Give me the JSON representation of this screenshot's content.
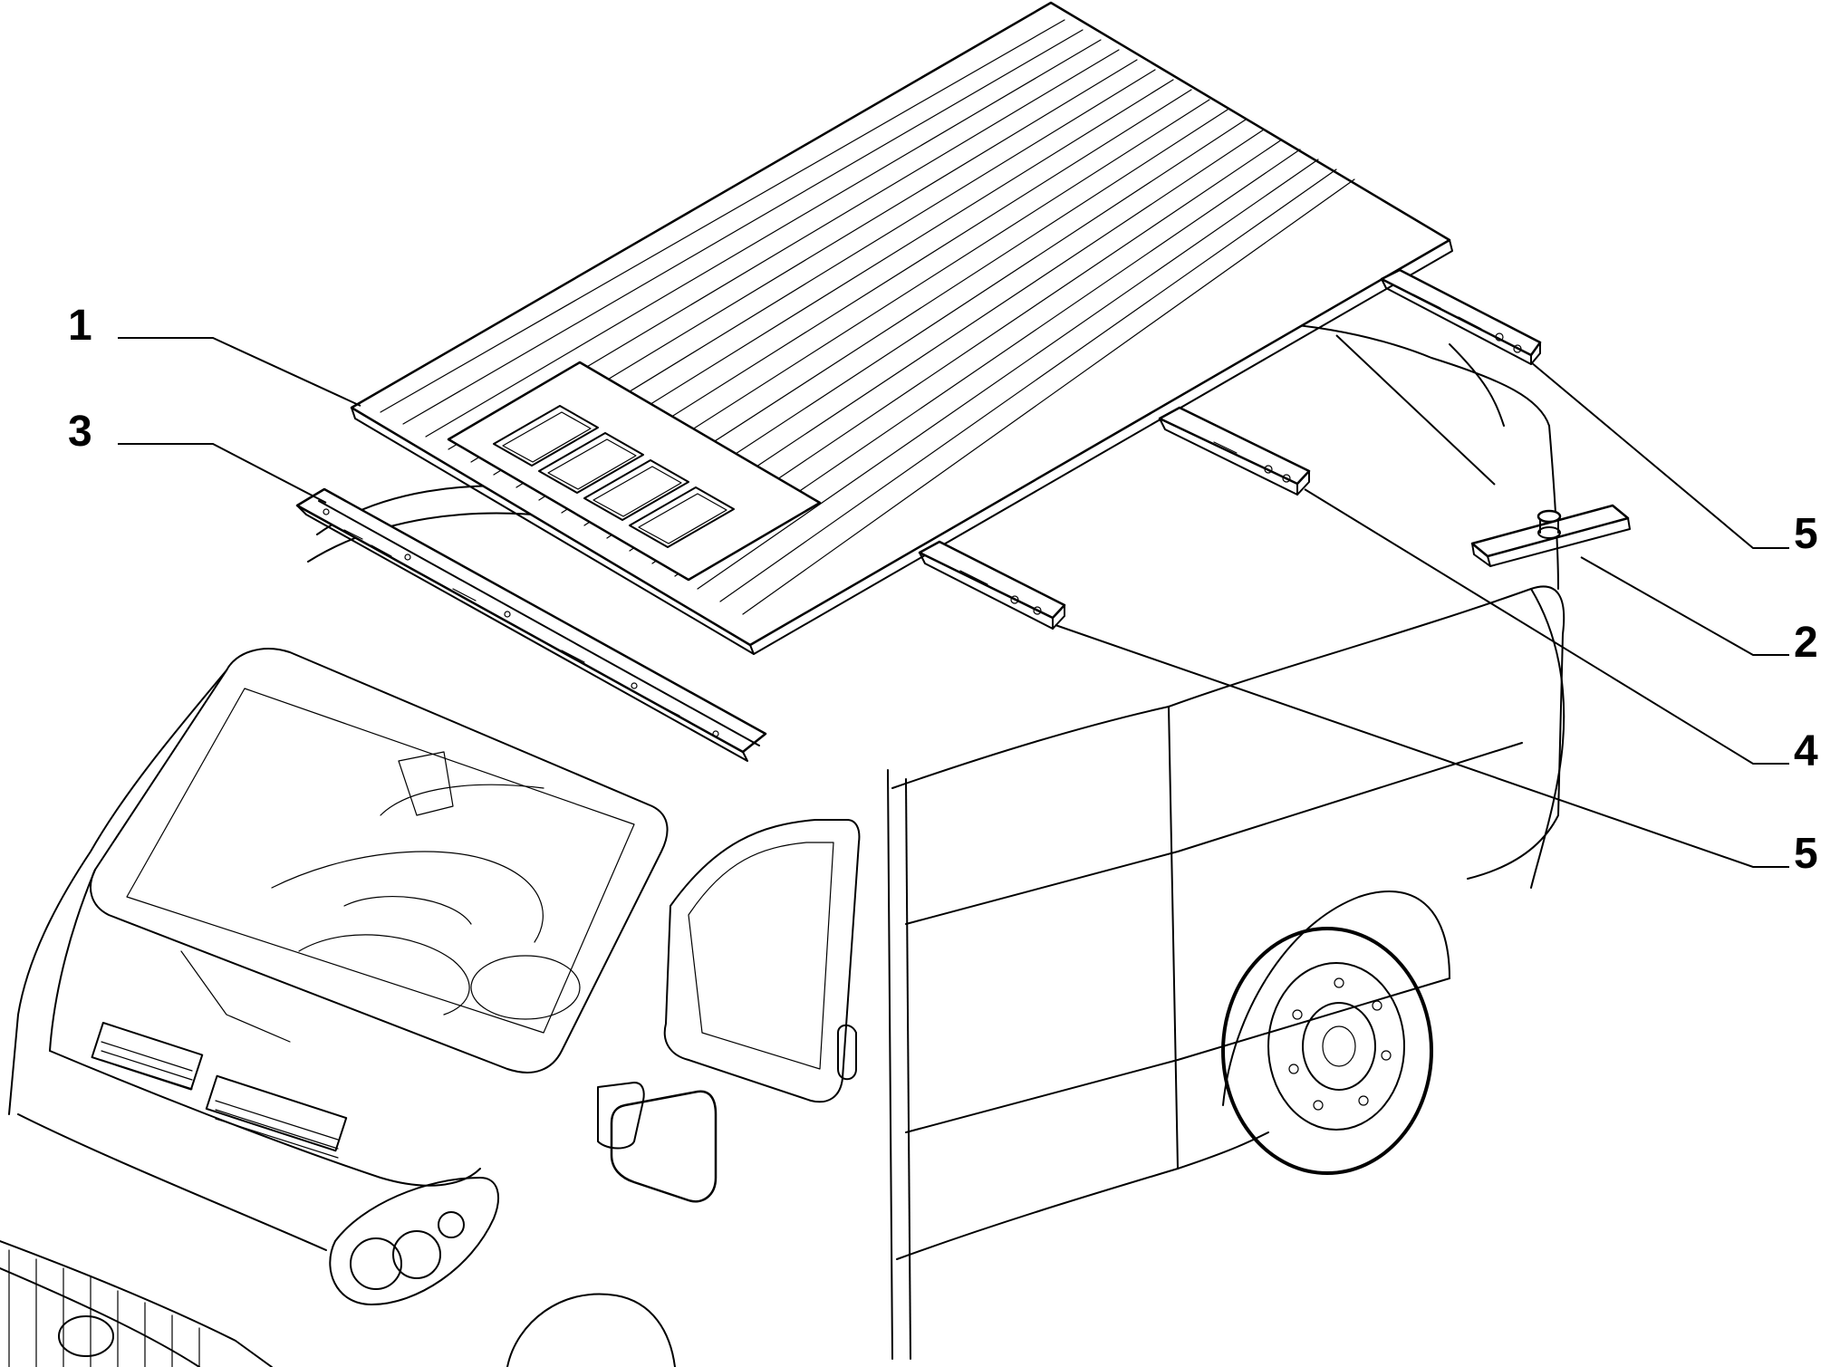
{
  "callouts": [
    {
      "id": "c1",
      "label": "1"
    },
    {
      "id": "c3",
      "label": "3"
    },
    {
      "id": "c5a",
      "label": "5"
    },
    {
      "id": "c2",
      "label": "2"
    },
    {
      "id": "c4",
      "label": "4"
    },
    {
      "id": "c5b",
      "label": "5"
    }
  ]
}
